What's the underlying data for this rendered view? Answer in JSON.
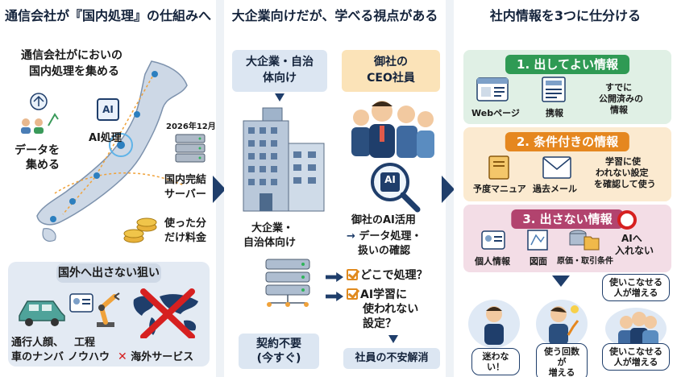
{
  "panel1": {
    "title": "通信会社が『国内処理』の仕組みへ",
    "intro_line1": "通信会社がにおいの",
    "intro_line2": "国内処理を集める",
    "collect_line1": "データを",
    "collect_line2": "集める",
    "ai_badge": "AI",
    "ai_label": "AI処理",
    "date": "2026年12月",
    "server_line1": "国内完結",
    "server_line2": "サーバー",
    "fee_line1": "使った分",
    "fee_line2": "だけ料金",
    "goal_title": "国外へ出さない狙い",
    "goal_item1_line1": "通行人顔、",
    "goal_item1_line2": "車のナンバ",
    "goal_item2_line1": "工程",
    "goal_item2_line2": "ノウハウ",
    "goal_item3": "海外サービス"
  },
  "panel2": {
    "title": "大企業向けだが、学べる視点がある",
    "box_left_line1": "大企業・自治",
    "box_left_line2": "体向け",
    "box_right_line1": "御社の",
    "box_right_line2": "CEO社員",
    "building_line1": "大企業・",
    "building_line2": "自治体向け",
    "ai_badge": "AI",
    "ai_use": "御社のAI活用",
    "data_check_line1": "データ処理・",
    "data_check_line2": "扱いの確認",
    "check1": "どこで処理？",
    "check2_line1": "AI学習に",
    "check2_line2": "使われない",
    "check2_line3": "設定？",
    "contract_line1": "契約不要",
    "contract_line2": "(今すぐ)",
    "result": "社員の不安解消"
  },
  "panel3": {
    "title": "社内情報を3つに仕分ける",
    "cat1": {
      "title": "1. 出してよい情報",
      "color": "#2f9a54",
      "item1": "Webページ",
      "item2": "携報",
      "item3_line1": "すでに",
      "item3_line2": "公開済みの",
      "item3_line3": "情報"
    },
    "cat2": {
      "title": "2. 条件付きの情報",
      "color": "#e5871f",
      "item1": "予度マニュア",
      "item2": "過去メール",
      "item3_line1": "学習に使",
      "item3_line2": "われない設定",
      "item3_line3": "を確認して使う"
    },
    "cat3": {
      "title": "3. 出さない情報",
      "color": "#b2436e",
      "item1": "個人情報",
      "item2": "図面",
      "item3": "原価・取引条件",
      "item4_line1": "AIへ",
      "item4_line2": "入れない"
    },
    "bubble_top_line1": "使いこなせる",
    "bubble_top_line2": "人が増える",
    "outcome1": "迷わない！",
    "outcome2_line1": "使う回数が",
    "outcome2_line2": "増える",
    "outcome3_line1": "使いこなせる",
    "outcome3_line2": "人が増える"
  },
  "colors": {
    "navy": "#1f3e6b",
    "green": "#2f9a54",
    "orange": "#e5871f",
    "magenta": "#b2436e",
    "red": "#d62020"
  }
}
